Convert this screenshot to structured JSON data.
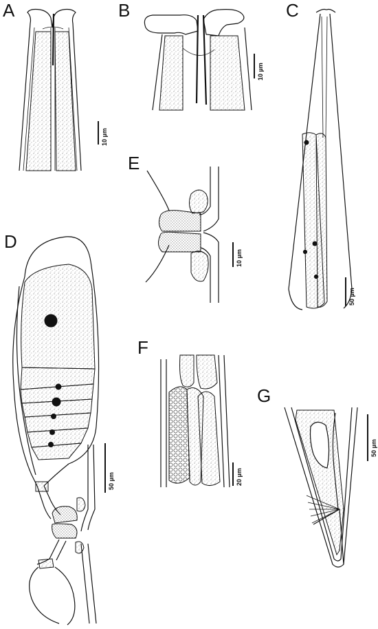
{
  "panels": [
    {
      "key": "A",
      "letter": "A",
      "scale": "10 µm"
    },
    {
      "key": "B",
      "letter": "B",
      "scale": "10 µm"
    },
    {
      "key": "C",
      "letter": "C",
      "scale": "50 µm"
    },
    {
      "key": "D",
      "letter": "D",
      "scale": "50 µm"
    },
    {
      "key": "E",
      "letter": "E",
      "scale": "10 µm"
    },
    {
      "key": "F",
      "letter": "F",
      "scale": "20 µm"
    },
    {
      "key": "G",
      "letter": "G",
      "scale": "50 µm"
    }
  ],
  "style": {
    "ink": "#111111",
    "paper": "#ffffff"
  }
}
